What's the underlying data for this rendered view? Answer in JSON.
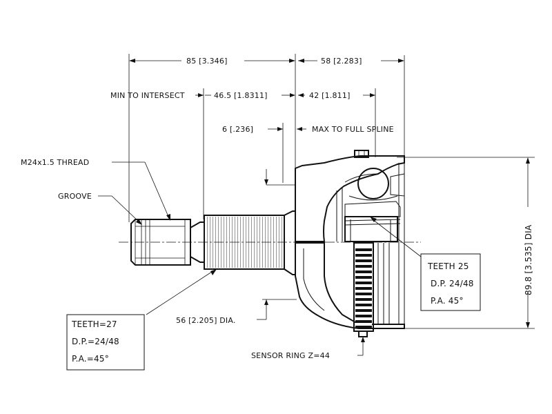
{
  "dimensions": {
    "overall_left": "85 [3.346]",
    "overall_right": "58 [2.283]",
    "intersect_label": "MIN TO INTERSECT",
    "intersect_left": "46.5 [1.8311]",
    "intersect_right": "42 [1.811]",
    "groove_offset": "6 [.236]",
    "full_spline_label": "MAX TO FULL SPLINE",
    "shaft_dia": "56 [2.205] DIA.",
    "outer_dia": "89.8 [3.535] DIA"
  },
  "callouts": {
    "thread": "M24x1.5 THREAD",
    "groove": "GROOVE",
    "sensor_ring": "SENSOR RING Z=44"
  },
  "spec_boxes": {
    "outer_spline": {
      "teeth": "TEETH=27",
      "dp": "D.P.=24/48",
      "pa": "P.A.=45°"
    },
    "inner_spline": {
      "teeth": "TEETH 25",
      "dp": "D.P.  24/48",
      "pa": "P.A.  45°"
    }
  }
}
